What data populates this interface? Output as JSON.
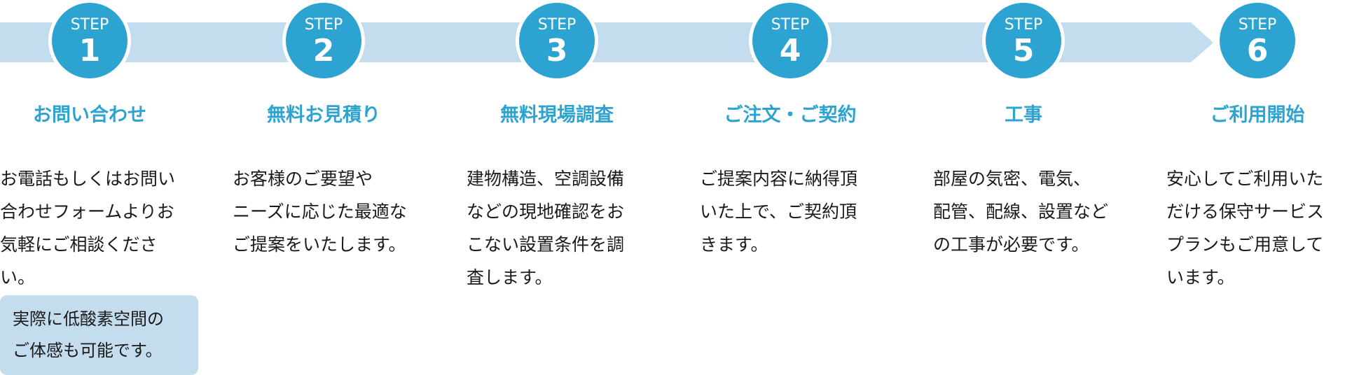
{
  "colors": {
    "accent": "#2ca3d1",
    "band": "#c3dcee",
    "text": "#1a1a1a"
  },
  "steps": [
    {
      "label": "STEP",
      "number": "1",
      "title": "お問い合わせ",
      "desc_lines": [
        "お電話もしくはお問い",
        "合わせフォームよりお",
        "気軽にご相談くださ",
        "い。"
      ],
      "note_lines": [
        "実際に低酸素空間の",
        "ご体感も可能です。"
      ]
    },
    {
      "label": "STEP",
      "number": "2",
      "title": "無料お見積り",
      "desc_lines": [
        "お客様のご要望や",
        "ニーズに応じた最適な",
        "ご提案をいたします。"
      ]
    },
    {
      "label": "STEP",
      "number": "3",
      "title": "無料現場調査",
      "desc_lines": [
        "建物構造、空調設備",
        "などの現地確認をお",
        "こない設置条件を調",
        "査します。"
      ]
    },
    {
      "label": "STEP",
      "number": "4",
      "title": "ご注文・ご契約",
      "desc_lines": [
        "ご提案内容に納得頂",
        "いた上で、ご契約頂",
        "きます。"
      ]
    },
    {
      "label": "STEP",
      "number": "5",
      "title": "工事",
      "desc_lines": [
        "部屋の気密、電気、",
        "配管、配線、設置など",
        "の工事が必要です。"
      ]
    },
    {
      "label": "STEP",
      "number": "6",
      "title": "ご利用開始",
      "desc_lines": [
        "安心してご利用いた",
        "だける保守サービス",
        "プランもご用意して",
        "います。"
      ]
    }
  ]
}
